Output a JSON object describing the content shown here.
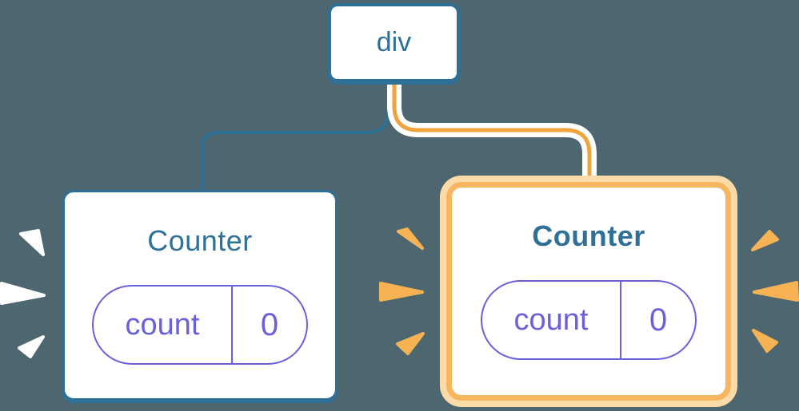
{
  "colors": {
    "bg": "#4D666F",
    "blue": "#2E7096",
    "purple": "#6A61DA",
    "orange-line": "#F2A33C",
    "orange-border": "#F8B55F",
    "orange-glow": "#FBDCA9",
    "orange-spark": "#F7B254",
    "card-bg": "#FFFFFF"
  },
  "tree": {
    "root": {
      "label": "div"
    },
    "children": [
      {
        "name": "Counter",
        "highlighted": false,
        "state_key": "count",
        "state_value": "0"
      },
      {
        "name": "Counter",
        "highlighted": true,
        "state_key": "count",
        "state_value": "0"
      }
    ]
  }
}
